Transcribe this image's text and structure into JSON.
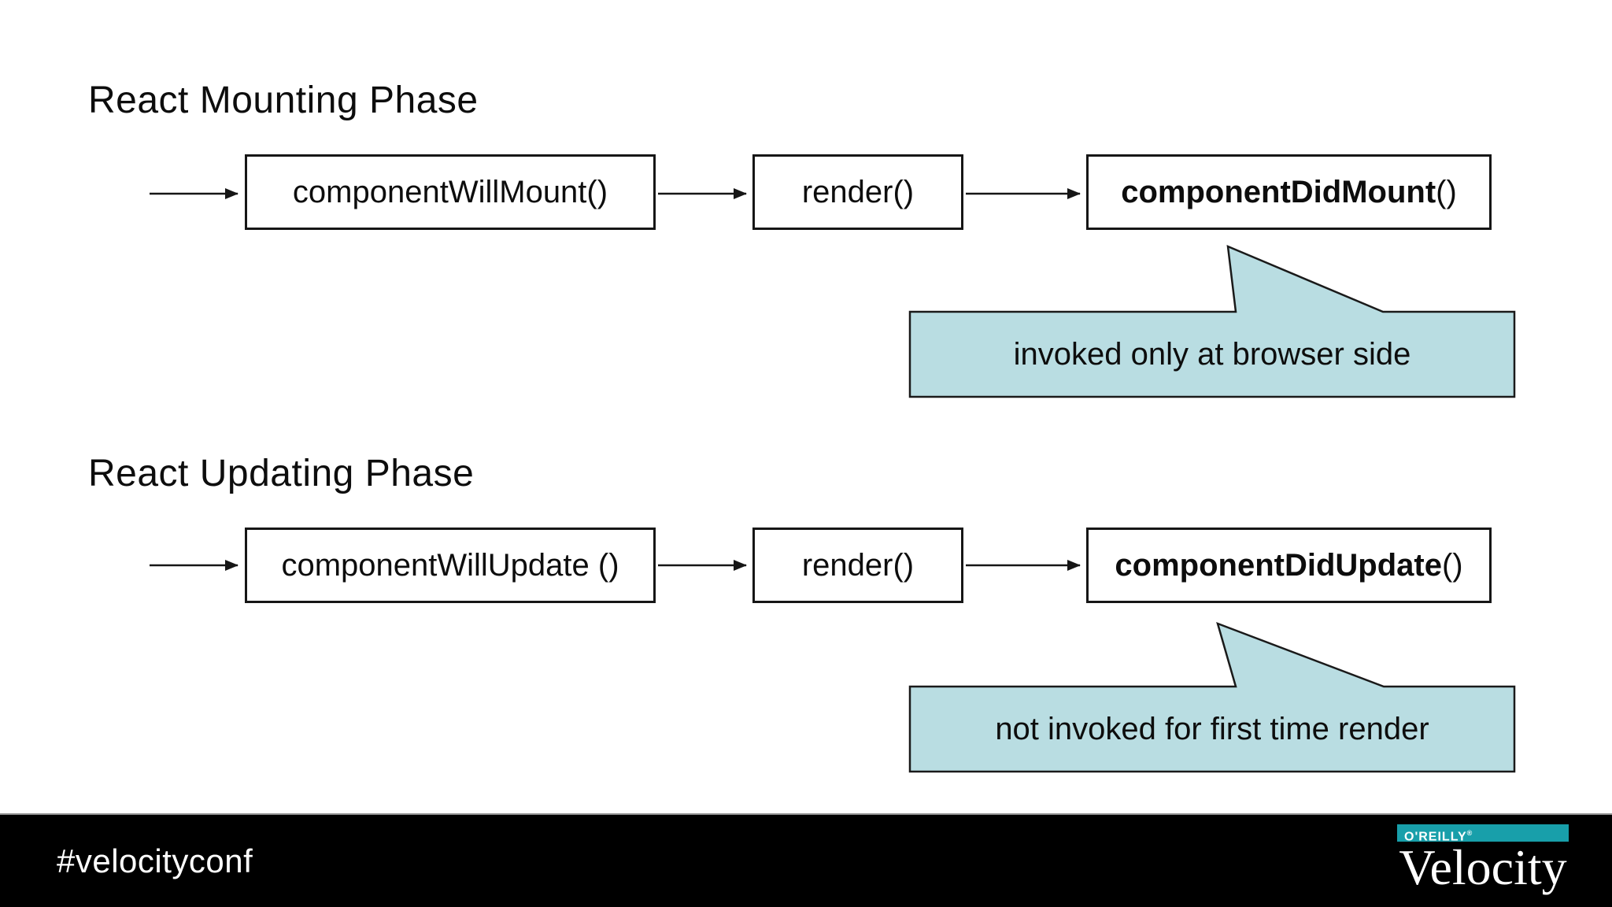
{
  "slide": {
    "sections": [
      {
        "title": "React Mounting Phase",
        "boxes": [
          {
            "pre": "componentWillMount()",
            "strong": "",
            "post": ""
          },
          {
            "pre": "render()",
            "strong": "",
            "post": ""
          },
          {
            "pre": "",
            "strong": "componentDidMount",
            "post": "()"
          }
        ],
        "callout": "invoked only at browser side"
      },
      {
        "title": "React Updating Phase",
        "boxes": [
          {
            "pre": "componentWillUpdate ()",
            "strong": "",
            "post": ""
          },
          {
            "pre": "render()",
            "strong": "",
            "post": ""
          },
          {
            "pre": "",
            "strong": "componentDidUpdate",
            "post": "()"
          }
        ],
        "callout": "not invoked for first time render"
      }
    ]
  },
  "footer": {
    "hashtag": "#velocityconf",
    "logo": {
      "brand": "O'REILLY",
      "registered": "®",
      "product": "Velocity"
    }
  },
  "colors": {
    "callout_fill": "#b9dde2",
    "callout_stroke": "#1a1a1a",
    "box_stroke": "#161616",
    "arrow_stroke": "#161616",
    "footer_bg": "#000000",
    "footer_divider": "#8f8f8f",
    "brand_teal": "#189faa",
    "text": "#0d0d0d"
  }
}
